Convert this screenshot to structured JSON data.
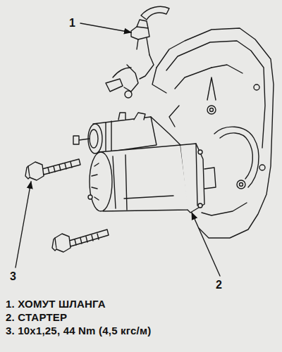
{
  "diagram": {
    "labels": [
      "1",
      "2",
      "3",
      "1. ХОМУТ ШЛАНГА",
      "2. СТАРТЕР",
      "3. 10x1,25, 44 Nm (4,5 кгс/м)"
    ]
  }
}
